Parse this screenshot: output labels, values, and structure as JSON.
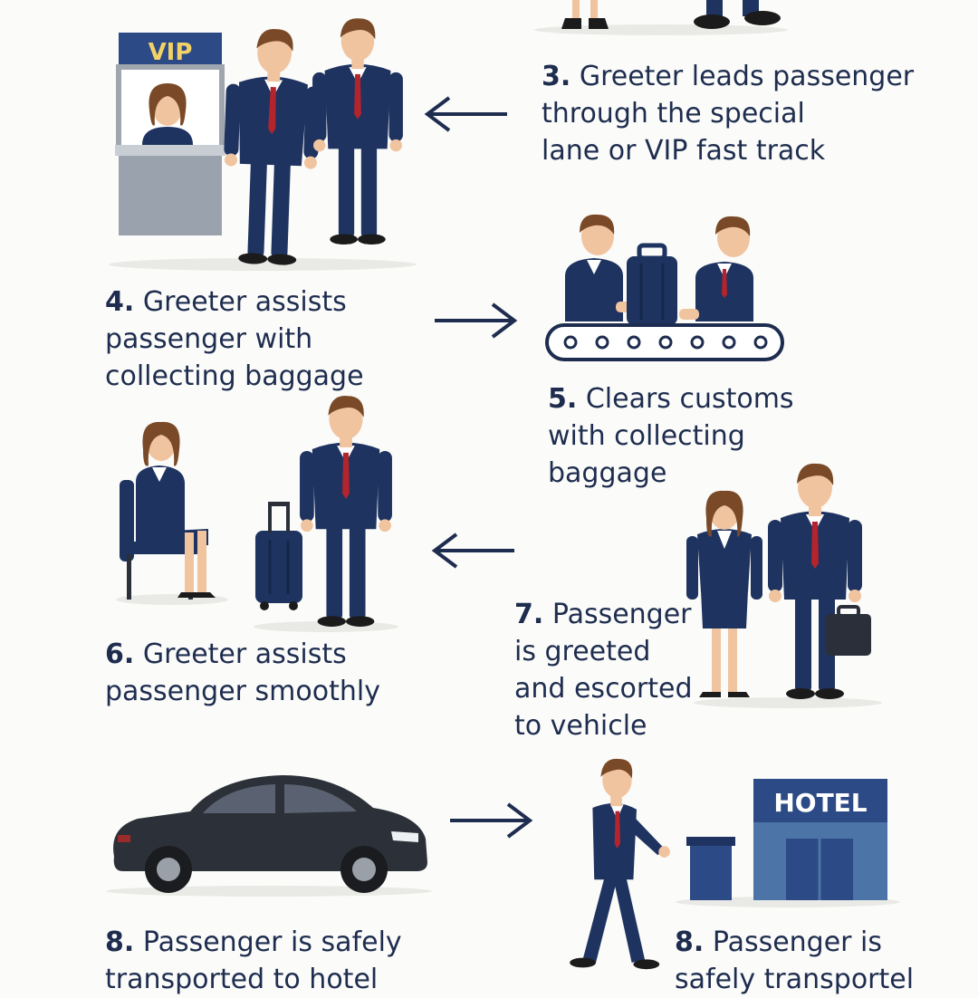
{
  "steps": [
    {
      "id": "s3",
      "number": "3.",
      "text": "Greeter leads passenger\nthrough the special\nlane or VIP fast track"
    },
    {
      "id": "s4",
      "number": "4.",
      "text": "Greeter assists\npassenger with\ncollecting baggage"
    },
    {
      "id": "s5",
      "number": "5.",
      "text": "Clears customs\nwith collecting\nbaggage"
    },
    {
      "id": "s6",
      "number": "6.",
      "text": "Greeter assists\npassenger smoothly"
    },
    {
      "id": "s7",
      "number": "7.",
      "text": "Passenger\nis greeted\nand escorted\nto vehicle"
    },
    {
      "id": "s8a",
      "number": "8.",
      "text": "Passenger is safely\ntransported to hotel"
    },
    {
      "id": "s8b",
      "number": "8.",
      "text": "Passenger is\nsafely transportel"
    }
  ],
  "signs": {
    "vip": "VIP",
    "hotel": "HOTEL"
  },
  "colors": {
    "navy": "#1e3360",
    "text": "#1e2d4f",
    "tie": "#b3242c",
    "skin": "#f1c4a0",
    "hair": "#7a4a28",
    "sign_blue": "#2c4a86",
    "hotel_blue": "#4d74a6",
    "car": "#2c3038"
  }
}
